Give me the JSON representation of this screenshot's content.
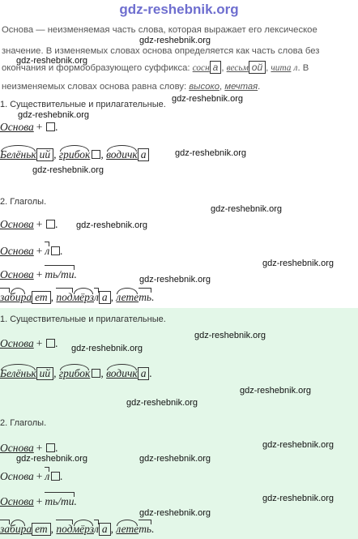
{
  "site": {
    "title": "gdz-reshebnik.org",
    "watermark": "gdz-reshebnik.org"
  },
  "intro": {
    "line1": "Основа — неизменяемая часть слова, которая выражает его лексическое",
    "line2": "значение. В изменяемых словах основа определяется как часть слова без",
    "line3_pre": "окончания и формообразующего суффикса:",
    "ex1_stem": "сосн",
    "ex1_end": "а",
    "ex2_stem": "весьм",
    "ex2_end": "ой",
    "ex3_stem": "чита",
    "ex3_end": "л",
    "line3_post": "В",
    "line4_pre": "неизменяемых словах основа равна слову:",
    "w1": "высоко",
    "w2": "мечтая",
    "sep": ",",
    "dot": "."
  },
  "section1": {
    "heading": "1. Существительные и прилагательные.",
    "formula_stem": "Основа",
    "plus": "+",
    "words": [
      {
        "root": "Белёньк",
        "ending": "ий"
      },
      {
        "root": "грибок"
      },
      {
        "root": "водичк",
        "ending": "а"
      }
    ]
  },
  "section2": {
    "heading": "2. Глаголы.",
    "formula_stem": "Основа",
    "plus": "+",
    "suffix_l": "л",
    "suffix_t": "ть/ти",
    "verbs": [
      {
        "pre": "за",
        "root": "бир",
        "mid": "а",
        "ending": "ет"
      },
      {
        "pre": "под",
        "root": "мёрз",
        "suffix": "л",
        "ending": "а"
      },
      {
        "root": "лете",
        "suffix": "ть"
      }
    ]
  }
}
